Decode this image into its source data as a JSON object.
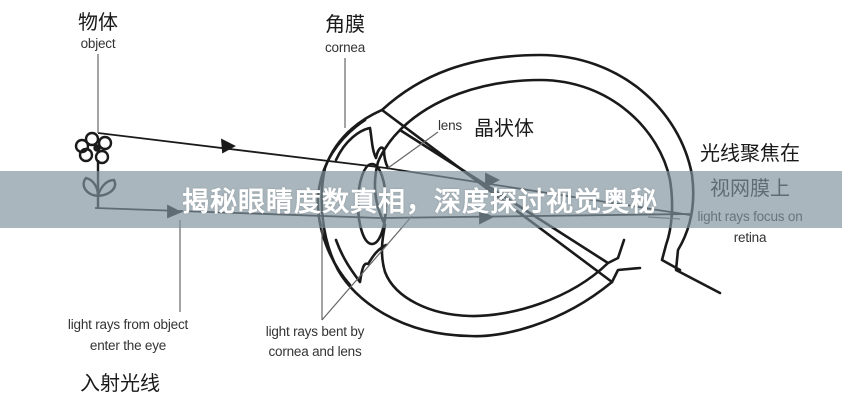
{
  "labels": {
    "object_cn": "物体",
    "object_en": "object",
    "cornea_cn": "角膜",
    "cornea_en": "cornea",
    "lens_en": "lens",
    "lens_cn": "晶状体",
    "focus_cn_line1": "光线聚焦在",
    "focus_cn_line2": "视网膜上",
    "focus_en_line1": "light rays focus on",
    "focus_en_line2": "retina",
    "incoming_en_line1": "light rays from object",
    "incoming_en_line2": "enter the eye",
    "incoming_cn": "入射光线",
    "bent_en_line1": "light rays bent by",
    "bent_en_line2": "cornea and lens"
  },
  "banner": {
    "title": "揭秘眼睛度数真相，深度探讨视觉奥秘"
  },
  "colors": {
    "banner_bg": "#a7b4bb",
    "banner_text": "#ffffff",
    "line": "#1a1a1a",
    "pointer": "#666666"
  }
}
